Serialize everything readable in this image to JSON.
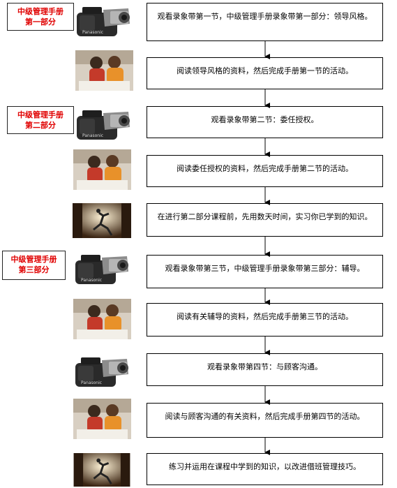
{
  "part_labels": [
    {
      "line1": "中级管理手册",
      "line2": "第一部分"
    },
    {
      "line1": "中级管理手册",
      "line2": "第二部分"
    },
    {
      "line1": "中级管理手册",
      "line2": "第三部分"
    }
  ],
  "steps": [
    {
      "text": "观看录象带第一节，中级管理手册录象带第一部分：领导风格。",
      "image": "camcorder-icon"
    },
    {
      "text": "阅读领导风格的资料，然后完成手册第一节的活动。",
      "image": "study-photo"
    },
    {
      "text": "观看录象带第二节：委任授权。",
      "image": "camcorder-icon"
    },
    {
      "text": "阅读委任授权的资料，然后完成手册第二节的活动。",
      "image": "study-photo"
    },
    {
      "text": "在进行第二部分课程前，先用数天时间，实习你已学到的知识。",
      "image": "runner-photo"
    },
    {
      "text": "观看录象带第三节，中级管理手册录象带第三部分：辅导。",
      "image": "camcorder-icon"
    },
    {
      "text": "阅读有关辅导的资料，然后完成手册第三节的活动。",
      "image": "study-photo"
    },
    {
      "text": "观看录象带第四节：与顾客沟通。",
      "image": "camcorder-icon"
    },
    {
      "text": "阅读与顾客沟通的有关资料，然后完成手册第四节的活动。",
      "image": "study-photo"
    },
    {
      "text": "练习并运用在课程中学到的知识，以改进借班管理技巧。",
      "image": "runner-photo"
    }
  ],
  "brand_text": "Panasonic",
  "colors": {
    "label_text": "#e00000",
    "border": "#000000"
  }
}
